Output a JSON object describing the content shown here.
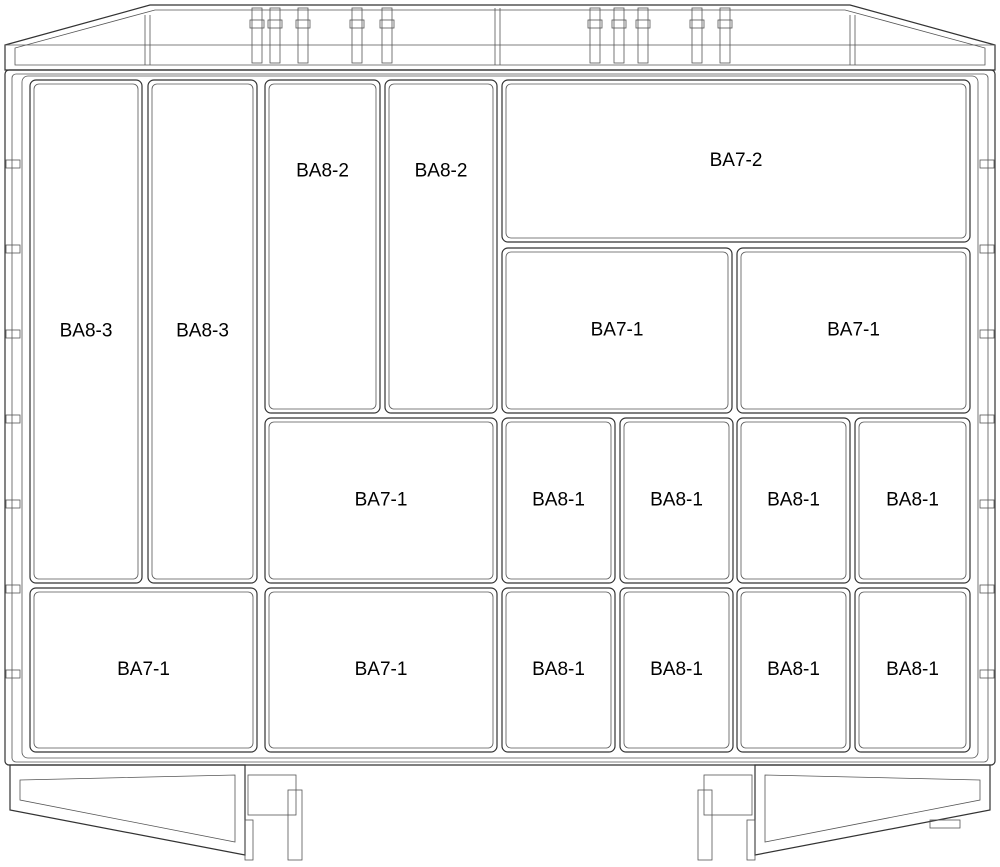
{
  "title": "Organizer box compartment layout",
  "compartments": [
    {
      "id": "c1",
      "label": "BA8-3"
    },
    {
      "id": "c2",
      "label": "BA8-3"
    },
    {
      "id": "c3",
      "label": "BA8-2"
    },
    {
      "id": "c4",
      "label": "BA8-2"
    },
    {
      "id": "c5",
      "label": "BA7-2"
    },
    {
      "id": "c6",
      "label": "BA7-1"
    },
    {
      "id": "c7",
      "label": "BA7-1"
    },
    {
      "id": "c8",
      "label": "BA7-1"
    },
    {
      "id": "c9",
      "label": "BA8-1"
    },
    {
      "id": "c10",
      "label": "BA8-1"
    },
    {
      "id": "c11",
      "label": "BA8-1"
    },
    {
      "id": "c12",
      "label": "BA8-1"
    },
    {
      "id": "c13",
      "label": "BA7-1"
    },
    {
      "id": "c14",
      "label": "BA7-1"
    },
    {
      "id": "c15",
      "label": "BA8-1"
    },
    {
      "id": "c16",
      "label": "BA8-1"
    },
    {
      "id": "c17",
      "label": "BA8-1"
    },
    {
      "id": "c18",
      "label": "BA8-1"
    }
  ]
}
